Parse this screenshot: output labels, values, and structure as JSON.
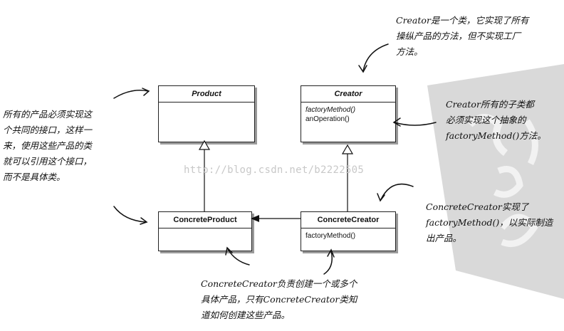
{
  "boxes": {
    "product": {
      "title": "Product",
      "members": []
    },
    "creator": {
      "title": "Creator",
      "members": [
        "factoryMethod()",
        "anOperation()"
      ]
    },
    "concrete_product": {
      "title": "ConcreteProduct",
      "members": []
    },
    "concrete_creator": {
      "title": "ConcreteCreator",
      "members": [
        "factoryMethod()"
      ]
    }
  },
  "notes": {
    "top_right": [
      "Creator是一个类，它实现了所有",
      "操纵产品的方法，但不实现工厂",
      "方法。"
    ],
    "left": [
      "所有的产品必须实现这",
      "个共同的接口，这样一",
      "来，使用这些产品的类",
      "就可以引用这个接口，",
      "而不是具体类。"
    ],
    "right_middle": [
      "Creator所有的子类都",
      "必须实现这个抽象的",
      "factoryMethod()方法。"
    ],
    "right_lower": [
      "ConcreteCreator实现了",
      "factoryMethod()，以实际制造",
      "出产品。"
    ],
    "bottom": [
      "ConcreteCreator负责创建一个或多个",
      "具体产品，只有ConcreteCreator类知",
      "道如何创建这些产品。"
    ]
  },
  "watermark": "http://blog.csdn.net/b2222505",
  "colors": {
    "line": "#111111",
    "shadow": "#9a9a9a",
    "watermark": "#c8c8c8",
    "stamp": "#d6d6d6"
  }
}
